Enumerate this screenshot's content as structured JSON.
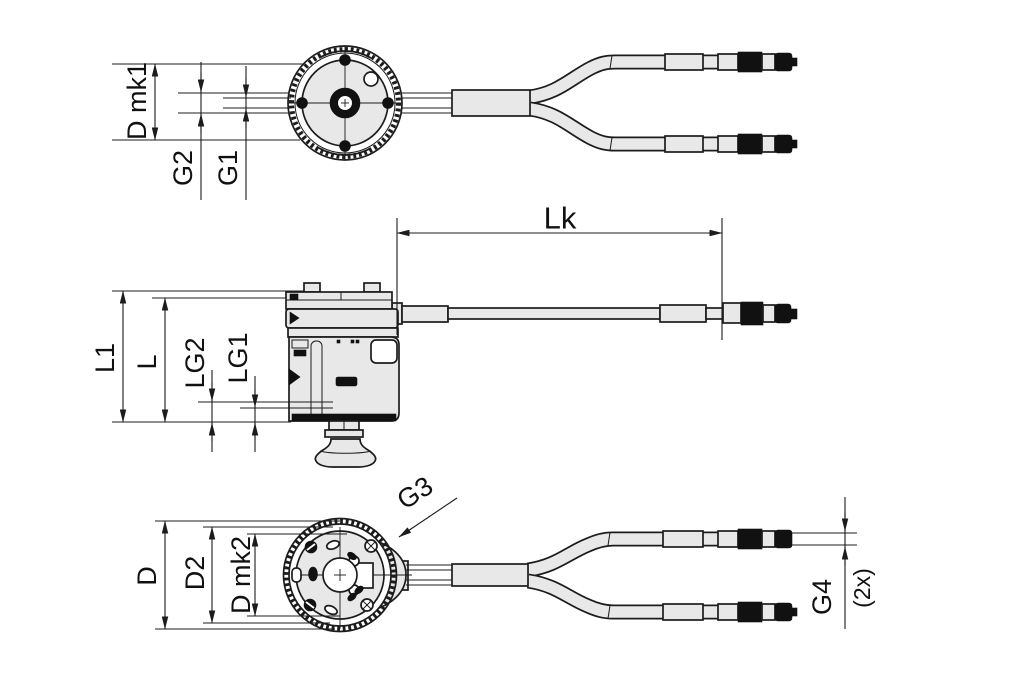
{
  "drawing": {
    "kind": "technical-dimension-drawing",
    "views": [
      "top view",
      "side view",
      "bottom view"
    ],
    "subject": "suction gripper with Y split sensor cable and two round plug connectors"
  },
  "labels": {
    "top_view": {
      "d_mk1": "D mk1",
      "g2": "G2",
      "g1": "G1"
    },
    "side_view": {
      "lk": "Lk",
      "l1": "L1",
      "l": "L",
      "lg2": "LG2",
      "lg1": "LG1"
    },
    "bottom_view": {
      "d": "D",
      "d2": "D2",
      "d_mk2": "D mk2",
      "g3": "G3",
      "g4": "G4",
      "g4_qty": "(2x)"
    }
  },
  "colors": {
    "background": "#ffffff",
    "line": "#1c1c1c",
    "part_fill": "#e8e8e8",
    "dark_fill": "#111111"
  }
}
